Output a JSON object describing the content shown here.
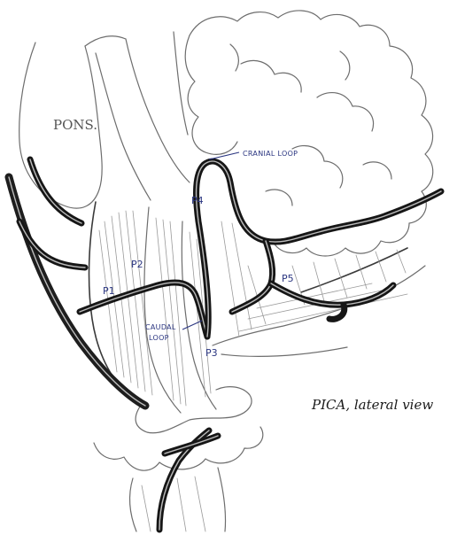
{
  "labels": {
    "pons": "PONS.",
    "cranial_loop": "CRANIAL LOOP",
    "caudal_loop_line1": "CAUDAL",
    "caudal_loop_line2": "LOOP",
    "p1": "P1",
    "p2": "P2",
    "p3": "P3",
    "p4": "P4",
    "p5": "P5",
    "caption": "PICA, lateral view"
  },
  "colors": {
    "label_ink": "#2a3580",
    "artery_ink": "#161616",
    "pencil": "#6d6d6d"
  }
}
